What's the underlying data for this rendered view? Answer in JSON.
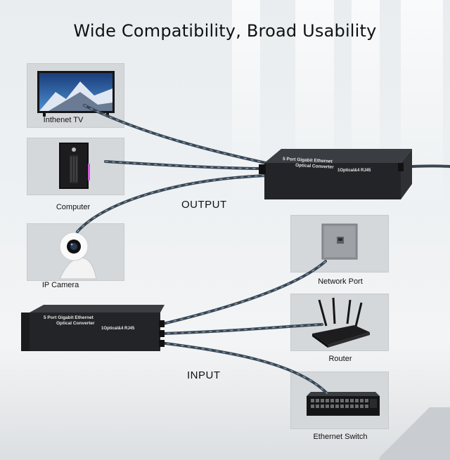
{
  "title": "Wide Compatibility, Broad Usability",
  "labels": {
    "output": "OUTPUT",
    "input": "INPUT"
  },
  "devices": {
    "tv": "Inthenet TV",
    "computer": "Computer",
    "camera": "IP Camera",
    "network_port": "Network Port",
    "router": "Router",
    "switch": "Ethernet Switch"
  },
  "converters": {
    "top": {
      "line1": "5 Port Gigabit Ethernet",
      "line2": "Optical Converter",
      "line3": "1Optical&4 RJ45"
    },
    "bottom": {
      "line1": "5 Port Gigabit Ethernet",
      "line2": "Optical Converter",
      "line3": "1Optical&4 RJ45"
    }
  },
  "colors": {
    "cable": "#3a4652",
    "cable_highlight": "#6f8ea8",
    "converter_body": "#2b2e31"
  },
  "icons": [
    "tv-icon",
    "computer-icon",
    "camera-icon",
    "network-port-icon",
    "router-icon",
    "switch-icon"
  ]
}
